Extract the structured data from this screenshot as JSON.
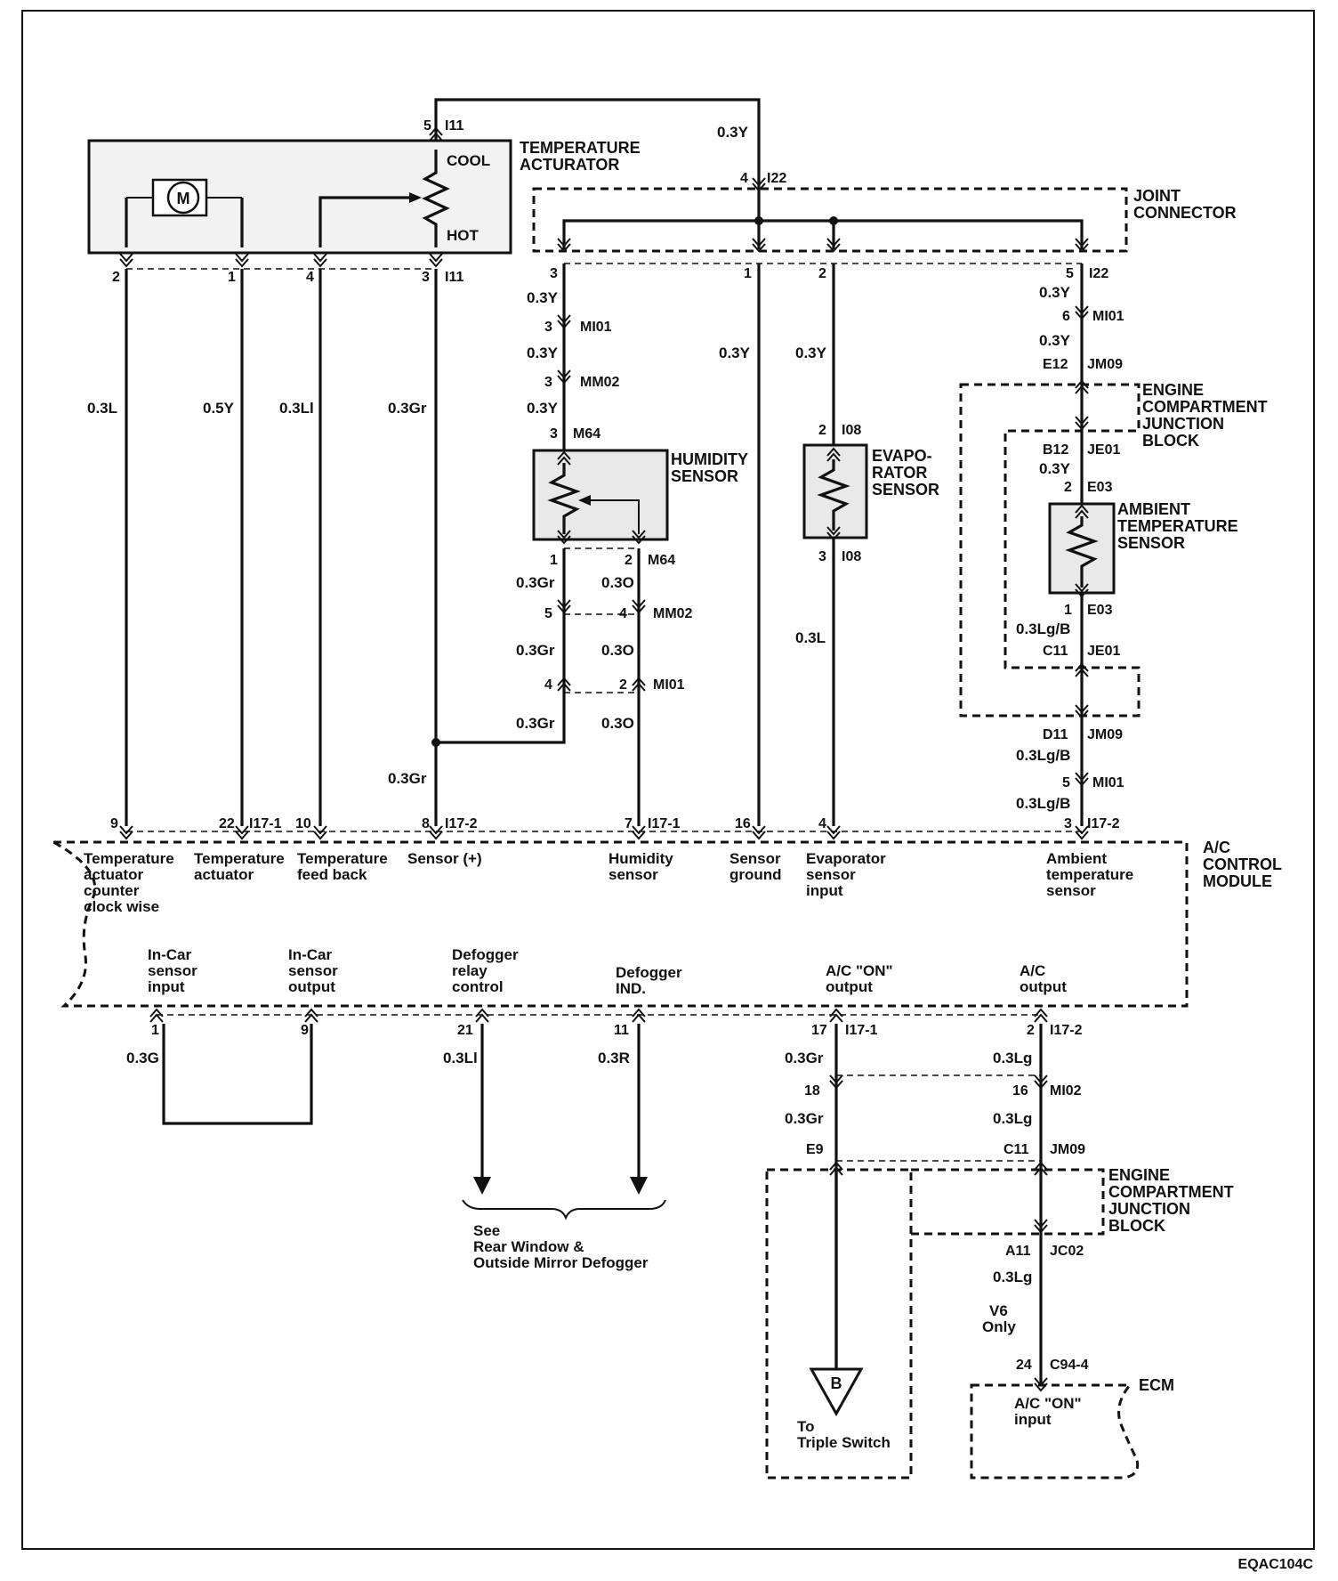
{
  "code": "EQAC104C",
  "components": {
    "temp_actuator": [
      "TEMPERATURE",
      "ACTURATOR"
    ],
    "motor": "M",
    "cool": "COOL",
    "hot": "HOT",
    "joint_connector": [
      "JOINT",
      "CONNECTOR"
    ],
    "humidity_sensor": [
      "HUMIDITY",
      "SENSOR"
    ],
    "evaporator_sensor": [
      "EVAPO-",
      "RATOR",
      "SENSOR"
    ],
    "ambient_sensor": [
      "AMBIENT",
      "TEMPERATURE",
      "SENSOR"
    ],
    "ecjb": [
      "ENGINE",
      "COMPARTMENT",
      "JUNCTION",
      "BLOCK"
    ],
    "ac_module": [
      "A/C",
      "CONTROL",
      "MODULE"
    ],
    "ecm": "ECM",
    "see_ref": [
      "See",
      "Rear Window &",
      "Outside Mirror Defogger"
    ],
    "ground_b": "B",
    "to_triple": [
      "To",
      "Triple Switch"
    ],
    "v6_only": [
      "V6",
      "Only"
    ]
  },
  "module_pins_top": [
    {
      "lines": [
        "Temperature",
        "actuator",
        "counter",
        "clock wise"
      ]
    },
    {
      "lines": [
        "Temperature",
        "actuator"
      ]
    },
    {
      "lines": [
        "Temperature",
        "feed back"
      ]
    },
    {
      "lines": [
        "Sensor (+)"
      ]
    },
    {
      "lines": [
        "Humidity",
        "sensor"
      ]
    },
    {
      "lines": [
        "Sensor",
        "ground"
      ]
    },
    {
      "lines": [
        "Evaporator",
        "sensor",
        "input"
      ]
    },
    {
      "lines": [
        "Ambient",
        "temperature",
        "sensor"
      ]
    }
  ],
  "module_pins_bottom": [
    {
      "lines": [
        "In-Car",
        "sensor",
        "input"
      ]
    },
    {
      "lines": [
        "In-Car",
        "sensor",
        "output"
      ]
    },
    {
      "lines": [
        "Defogger",
        "relay",
        "control"
      ]
    },
    {
      "lines": [
        "Defogger",
        "IND."
      ]
    },
    {
      "lines": [
        "A/C \"ON\"",
        "output"
      ]
    },
    {
      "lines": [
        "A/C",
        "output"
      ]
    },
    {
      "lines": [
        "A/C \"ON\"",
        "input"
      ]
    }
  ],
  "labels": {
    "top_pin5": "5",
    "top_i11a": "I11",
    "top_pin2": "2",
    "top_pin1": "1",
    "top_pin4": "4",
    "top_pin3": "3",
    "top_i11b": "I11",
    "w_03y_top": "0.3Y",
    "jc_pin4": "4",
    "jc_i22": "I22",
    "jc_pin3": "3",
    "jc_pin1": "1",
    "jc_pin2": "2",
    "jc_pin5": "5",
    "jc_i22b": "I22",
    "w_l": "0.3L",
    "w_5y": "0.5Y",
    "w_li": "0.3Ll",
    "w_gr": "0.3Gr",
    "h_03y_1": "0.3Y",
    "h_p3a": "3",
    "h_mi01": "MI01",
    "h_03y_2": "0.3Y",
    "h_p3b": "3",
    "h_mm02": "MM02",
    "h_03y_3": "0.3Y",
    "h_p3c": "3",
    "h_m64": "M64",
    "sg_03y": "0.3Y",
    "ev_03y": "0.3Y",
    "ev_p2": "2",
    "ev_i08": "I08",
    "a_03y_1": "0.3Y",
    "a_p6": "6",
    "a_mi01": "MI01",
    "a_03y_2": "0.3Y",
    "a_e12": "E12",
    "a_jm09": "JM09",
    "a_b12": "B12",
    "a_je01": "JE01",
    "a_03y_3": "0.3Y",
    "a_p2": "2",
    "a_e03": "E03",
    "h_p1": "1",
    "h_p2": "2",
    "h_m64b": "M64",
    "h_gr1": "0.3Gr",
    "h_o1": "0.3O",
    "h_p5": "5",
    "h_p4": "4",
    "h_mm02b": "MM02",
    "h_gr2": "0.3Gr",
    "h_o2": "0.3O",
    "h_p4b": "4",
    "h_p2b": "2",
    "h_mi01b": "MI01",
    "h_gr3": "0.3Gr",
    "h_o3": "0.3O",
    "ev_p3": "3",
    "ev_i08b": "I08",
    "ev_03l": "0.3L",
    "a_p1": "1",
    "a_e03b": "E03",
    "a_lgb1": "0.3Lg/B",
    "a_c11": "C11",
    "a_je01b": "JE01",
    "a_d11": "D11",
    "a_jm09b": "JM09",
    "a_lgb2": "0.3Lg/B",
    "a_p5": "5",
    "a_mi01b": "MI01",
    "a_lgb3": "0.3Lg/B",
    "s_gr": "0.3Gr",
    "m_p9": "9",
    "m_p22": "22",
    "m_i171a": "I17-1",
    "m_p10": "10",
    "m_p8": "8",
    "m_i172a": "I17-2",
    "m_p7": "7",
    "m_i171b": "I17-1",
    "m_p16": "16",
    "m_p4": "4",
    "m_p3": "3",
    "m_i172b": "I17-2",
    "b_p1": "1",
    "b_03g": "0.3G",
    "b_p9": "9",
    "b_p21": "21",
    "b_03li": "0.3Ll",
    "b_p11": "11",
    "b_03r": "0.3R",
    "b_p17": "17",
    "b_i171": "I17-1",
    "b_p2": "2",
    "b_i172": "I17-2",
    "c_gr1": "0.3Gr",
    "c_p18": "18",
    "c_gr2": "0.3Gr",
    "c_e9": "E9",
    "d_lg1": "0.3Lg",
    "d_p16": "16",
    "d_mi02": "MI02",
    "d_lg2": "0.3Lg",
    "d_c11": "C11",
    "d_jm09": "JM09",
    "d_a11": "A11",
    "d_jc02": "JC02",
    "d_lg3": "0.3Lg",
    "d_p24": "24",
    "d_c944": "C94-4"
  }
}
